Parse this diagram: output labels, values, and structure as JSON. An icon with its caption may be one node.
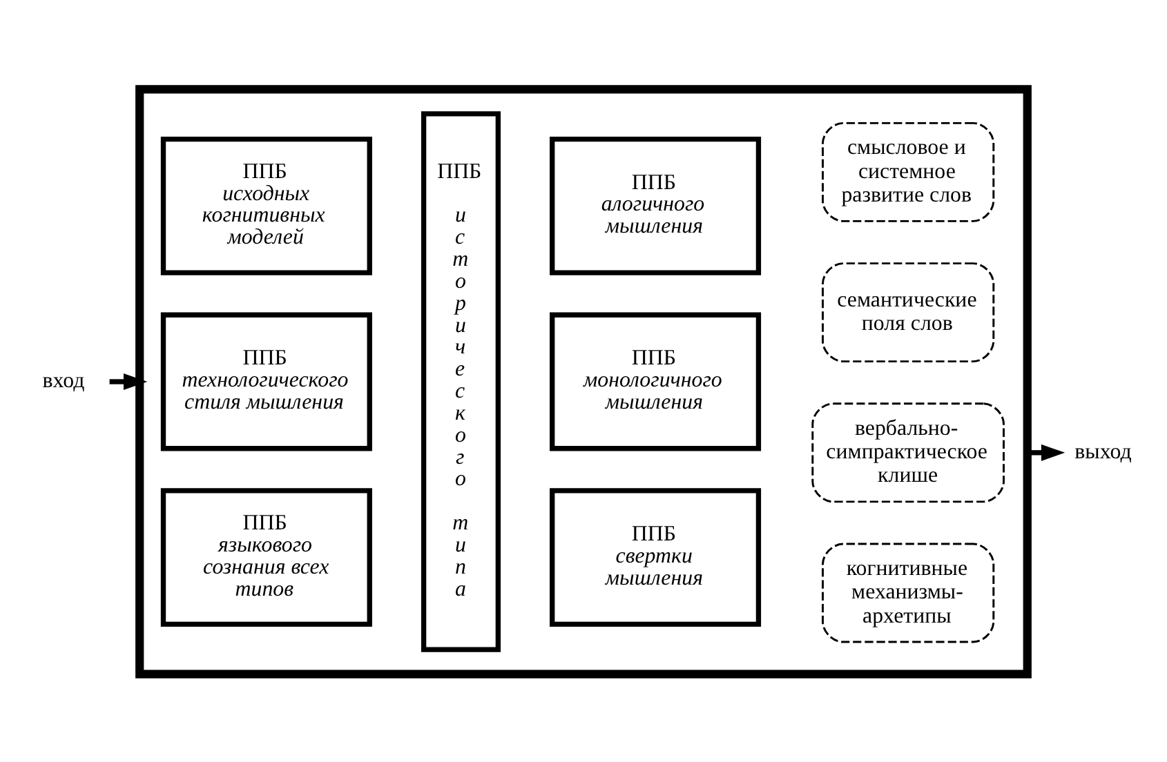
{
  "diagram": {
    "nodes": [
      {
        "text": [],
        "shape": "box"
      },
      {
        "text": [
          "ППБ",
          "исходных когнитивных моделей"
        ],
        "in": 0
      },
      {
        "text": [
          "ППБ",
          "технологического стиля мышления"
        ],
        "in": 0
      },
      {
        "text": [
          "ППБ",
          "языкового сознания всех типов"
        ],
        "in": 0
      },
      {
        "text": [
          "ППБ",
          "исторического типа"
        ],
        "in": 0
      },
      {
        "text": [
          "ППБ",
          "свертки мышления"
        ],
        "in": 0
      },
      {
        "text": [
          "ППБ",
          "монологичного мышления"
        ],
        "in": 0
      },
      {
        "text": [
          "ППБ",
          "алогичного мышления"
        ],
        "in": 0
      },
      {
        "text": [
          "когнитивные механизмы-архетипы"
        ],
        "in": 0
      },
      {
        "text": [
          "вербально-симпрактическое клише"
        ],
        "in": 0
      },
      {
        "text": [
          "семантические поля слов"
        ],
        "in": 0
      },
      {
        "text": [
          "смысловое и системное развитие слов"
        ],
        "in": 0
      },
      {
        "text": [
          "вход"
        ]
      },
      {
        "text": [
          "выход"
        ]
      }
    ],
    "edges": [
      {
        "from": 12,
        "to": 0,
        "arrow": "to"
      },
      {
        "from": 0,
        "to": 13,
        "arrow": "to"
      }
    ]
  }
}
